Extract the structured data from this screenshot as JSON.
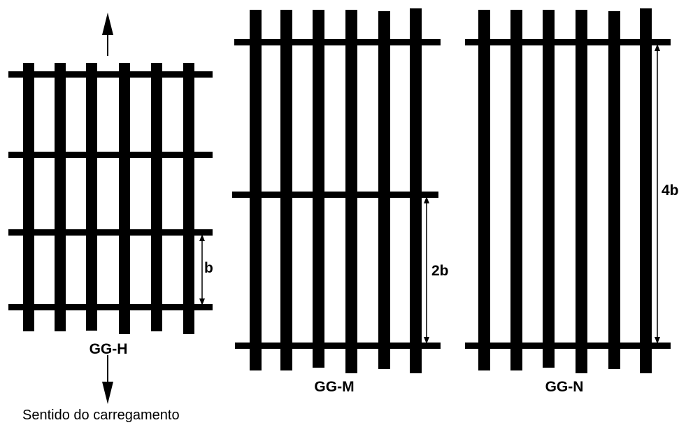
{
  "colors": {
    "bars": "#000000",
    "background": "#ffffff",
    "dimension": "#000000"
  },
  "arrow_up_icon": "arrow-up-icon",
  "arrow_down_icon": "arrow-down-icon",
  "caption": "Sentido do carregamento",
  "panels": [
    {
      "id": "gg-h",
      "label": "GG-H",
      "spacing_label": "b"
    },
    {
      "id": "gg-m",
      "label": "GG-M",
      "spacing_label": "2b"
    },
    {
      "id": "gg-n",
      "label": "GG-N",
      "spacing_label": "4b"
    }
  ]
}
